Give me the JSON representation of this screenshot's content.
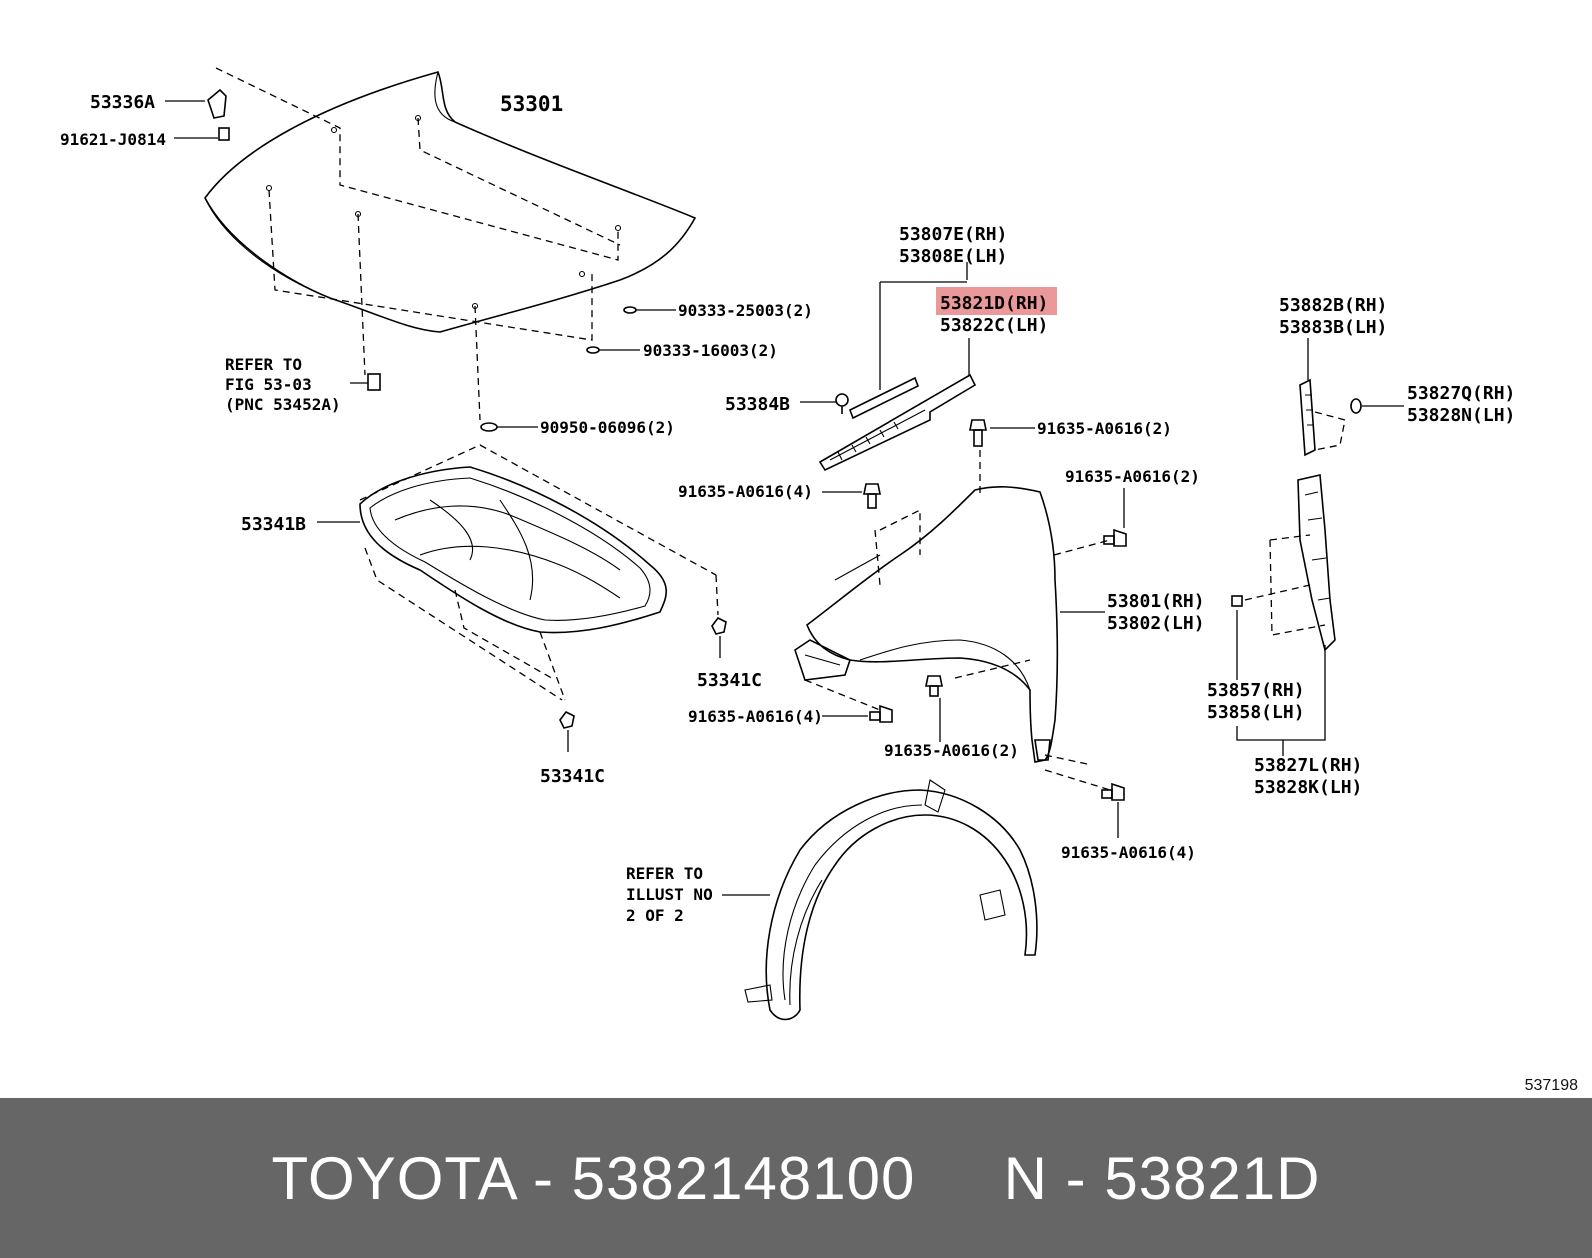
{
  "labels": {
    "l53336a": "53336A",
    "l91621": "91621-J0814",
    "l53301": "53301",
    "l90333_25003": "90333-25003(2)",
    "l90333_16003": "90333-16003(2)",
    "refer_fig_1": "REFER TO",
    "refer_fig_2": "FIG 53-03",
    "refer_fig_3": "(PNC 53452A)",
    "l90950": "90950-06096(2)",
    "l53341b": "53341B",
    "l53341c_a": "53341C",
    "l53341c_b": "53341C",
    "l53807e": "53807E(RH)",
    "l53808e": "53808E(LH)",
    "l53821d": "53821D(RH)",
    "l53822c": "53822C(LH)",
    "l53384b": "53384B",
    "l91635_top": "91635-A0616(2)",
    "l91635_mid": "91635-A0616(4)",
    "l91635_right": "91635-A0616(2)",
    "l53801": "53801(RH)",
    "l53802": "53802(LH)",
    "l91635_low_left": "91635-A0616(4)",
    "l91635_low_mid": "91635-A0616(2)",
    "l91635_low_right": "91635-A0616(4)",
    "refer_illust_1": "REFER TO",
    "refer_illust_2": "ILLUST NO",
    "refer_illust_3": "2 OF 2",
    "l53882b": "53882B(RH)",
    "l53883b": "53883B(LH)",
    "l53827q": "53827Q(RH)",
    "l53828n": "53828N(LH)",
    "l53857": "53857(RH)",
    "l53858": "53858(LH)",
    "l53827l": "53827L(RH)",
    "l53828k": "53828K(LH)"
  },
  "diagram_id": "537198",
  "footer": {
    "text": "TOYOTA - 5382148100     N - 53821D"
  },
  "colors": {
    "highlight": "#e8868a",
    "footer_bg": "#666666",
    "footer_text": "#ffffff"
  }
}
